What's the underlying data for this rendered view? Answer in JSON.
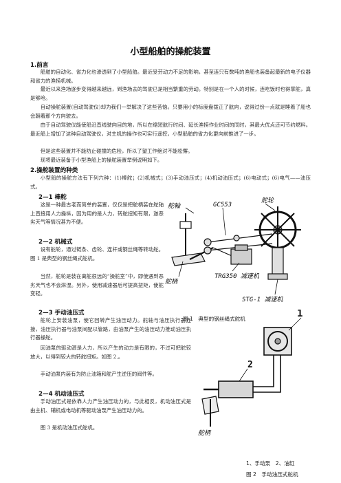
{
  "doc": {
    "title": "小型船舶的操舵装置",
    "sections": {
      "s1": {
        "heading": "1.前言",
        "paragraphs": [
          "船舶的自动化、省力化也渗透到了小型船舶。最近受劳动力不足的影响，甚至连只有数吨的渔船也装备起最新的电子仪器和省力的渔捞机械。",
          "最近以来渔场逐步变得越来越远，到渔场去的驾驶已是相当繁重的劳动。特别是在一个人的时候，连吃饭时也得掌舵，真是够呛。",
          "自动操舵装置(自动驾驶仪)却为我们一举解决了这些苦恼。只要用小的标度盘拨正了航向，说得过份一点就是睡着了船也会朝着那个方向驶去。",
          "由于自动驾驶仪能使船沿直线驶向目的地，所以在缩短航行时间、延长渔捞作业时间的同时，其最大优点还可节约燃料。最近船上增加了这种自动驾驶仪，对主机的操作也可实行遥控，小型船舶的省力化更向前推进了一步。",
          "但是这些装置并不能防止碰撞的危险，所以了望工作绝对不能松懈。",
          "现将最近装备于小型渔船上的操舵装置举例说明如下。"
        ]
      },
      "s2": {
        "heading": "2.操舵装置的种类",
        "intro": "小型船的操舵方法有下列六种：(1)棒舵；(2)机械式；(3)手动油压式；(4)机动油压式；(6)电动式；(6)电气——油压式。",
        "sub1": {
          "heading": "2—1 棒舵",
          "text": "这是一种最古老而简单的装置，仅仅是把舵柄装在舵轴上直接用人力操纵，因为用的是人力，转舵扭矩有限，遂恶劣天气等情况甚为不便。"
        },
        "sub2": {
          "heading": "2—2 机械式",
          "text1": "设有舵轮，通过链条、齿轮、连杆或钢丝绳等转动舵。图 1 是典型的钢丝绳式舵机。",
          "text2": "当然，舵轮是装在离舵很远的“操舵室”中，即使遇到恶劣天气也不会淋湿。另外，使用减速器后可提高扭矩，使舵变轻。"
        },
        "sub3": {
          "heading": "2—3 手动油压式",
          "text1": "舵轮上安装油泵，使它回转产生油压动力。舵轴与油压执行器连接，油压执行器与油泵间配以管路，由油泵产生的油压动力推动油压执行器操舵。",
          "text2": "因油泵的驱动源是人力，所以产生的动力是有限的，不过可把舵较放大，以得到较大的转舵扭矩。如图 2.。",
          "text3": "手动油泵内装有为防止油箱和舵产生逆压的阀件等。"
        },
        "sub4": {
          "heading": "2—4 机动油压式",
          "text1": "手动油压式是依靠人力产生油压动力的，与此相反，机动油压式是由主机、辅机或电动机等驱动油泵产生油压动力的。",
          "text2": "图 3 是机动油压式舵机。"
        }
      }
    },
    "figure1": {
      "caption": "图 1　典型的钢丝绳式舵机",
      "labels": {
        "a": "舵轴",
        "b": "GC553",
        "c": "舵轮",
        "d": "舵柄",
        "e": "TRG350 减速机",
        "f": "STG-1 减速机"
      }
    },
    "figure2": {
      "markers": {
        "m1": "1",
        "m2": "2"
      },
      "label": "舵柄",
      "caption_items": "1、手动泵　2、油缸",
      "caption": "图 2　手动油压式舵机"
    }
  }
}
